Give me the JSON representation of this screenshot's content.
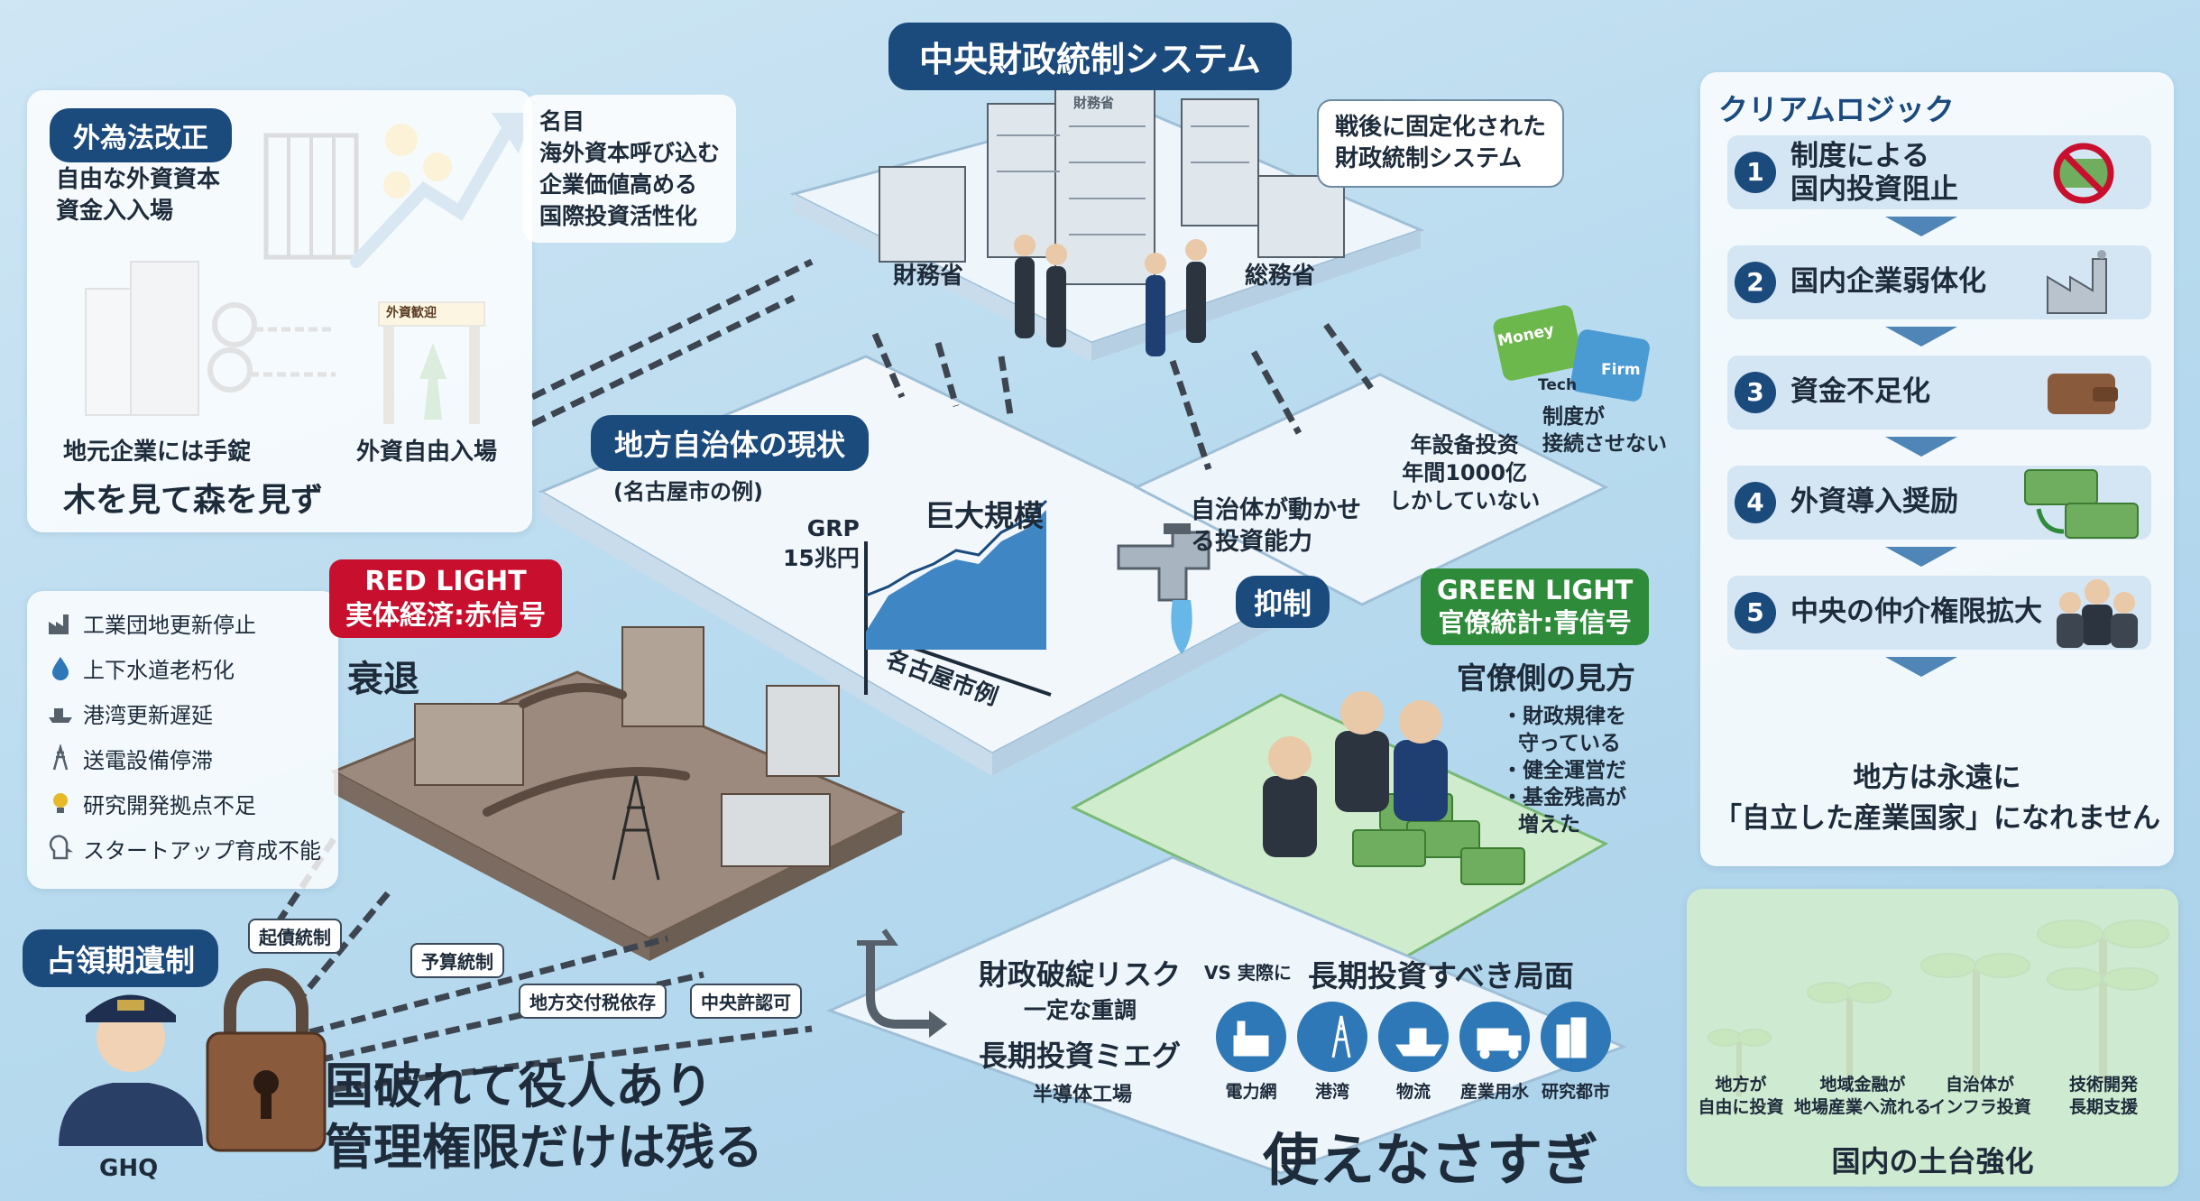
{
  "center_title": "中央財政統制システム",
  "central": {
    "ministry_left": "財務省",
    "ministry_right": "総務省",
    "bubble": [
      "戦後に固定化された",
      "財政統制システム"
    ],
    "building_sign": "財務省"
  },
  "forex": {
    "tag": "外為法改正",
    "desc": [
      "自由な外資資本",
      "資金入入場"
    ],
    "purpose_lines": [
      "名目",
      "海外資本呼び込む",
      "企業価値高める",
      "国際投資活性化"
    ],
    "local_cuffs": "地元企業には手錠",
    "foreign_free": "外資自由入場",
    "gate_sign": "外資歓迎",
    "slogan": "木を見て森を見ず"
  },
  "clear_logic": {
    "title": "クリアムロジック",
    "steps": [
      {
        "num": "1",
        "lines": [
          "制度による",
          "国内投資阻止"
        ]
      },
      {
        "num": "2",
        "lines": [
          "国内企業弱体化"
        ]
      },
      {
        "num": "3",
        "lines": [
          "資金不足化"
        ]
      },
      {
        "num": "4",
        "lines": [
          "外資導入奨励"
        ]
      },
      {
        "num": "5",
        "lines": [
          "中央の仲介権限拡大"
        ]
      }
    ],
    "conclusion": [
      "地方は永遠に",
      "「自立した産業国家」になれません"
    ]
  },
  "local_gov": {
    "tag": "地方自治体の現状",
    "subtitle": "(名古屋市の例)",
    "grp_lines": [
      "GRP",
      "15兆円"
    ],
    "scale": "巨大規模",
    "axis_label": "名古屋市例",
    "capacity": [
      "自治体が動かせ",
      "る投資能力"
    ],
    "suppress": "抑制",
    "investment_lines": [
      "年設备投资",
      "年間1000亿",
      "しかしていない"
    ],
    "puzzle": {
      "money": "Money",
      "tech": "Tech",
      "firm": "Firm"
    },
    "system_note": [
      "制度が",
      "接続させない"
    ]
  },
  "red_light": {
    "title": "RED LIGHT",
    "sub": "実体経済:赤信号",
    "decline": "衰退",
    "issues": [
      "工業団地更新停止",
      "上下水道老朽化",
      "港湾更新遅延",
      "送電設備停滞",
      "研究開発拠点不足",
      "スタートアップ育成不能"
    ]
  },
  "green_light": {
    "title": "GREEN LIGHT",
    "sub": "官僚統計:青信号",
    "view_title": "官僚側の見方",
    "points": [
      [
        "・財政規律を",
        "守っている"
      ],
      [
        "・健全運営だ"
      ],
      [
        "・基金残高が",
        "増えた"
      ]
    ]
  },
  "occupation": {
    "tag": "占領期遺制",
    "chains": [
      "起債統制",
      "予算統制",
      "地方交付税依存",
      "中央許認可"
    ],
    "ghq": "GHQ",
    "slogan_lines": [
      "国破れて役人あり",
      "管理権限だけは残る"
    ]
  },
  "risk": {
    "risk": "財政破綻リスク",
    "vs": "VS 実際に",
    "phase": "長期投資すべき局面",
    "caution": "一定な重調",
    "missing": "長期投資ミエグ",
    "semi": "半導体工場",
    "infra": [
      "電力網",
      "港湾",
      "物流",
      "産業用水",
      "研究都市"
    ],
    "slogan": "使えなさすぎ"
  },
  "foundation": {
    "plants": [
      [
        "地方が",
        "自由に投資"
      ],
      [
        "地域金融が",
        "地場産業へ流れる"
      ],
      [
        "自治体が",
        "インフラ投資"
      ],
      [
        "技術開発",
        "長期支援"
      ]
    ],
    "title": "国内の土台強化"
  },
  "colors": {
    "navy": "#1b4a7d",
    "red": "#c8102e",
    "green": "#2e8b3a",
    "sky": "#b9dbef"
  }
}
